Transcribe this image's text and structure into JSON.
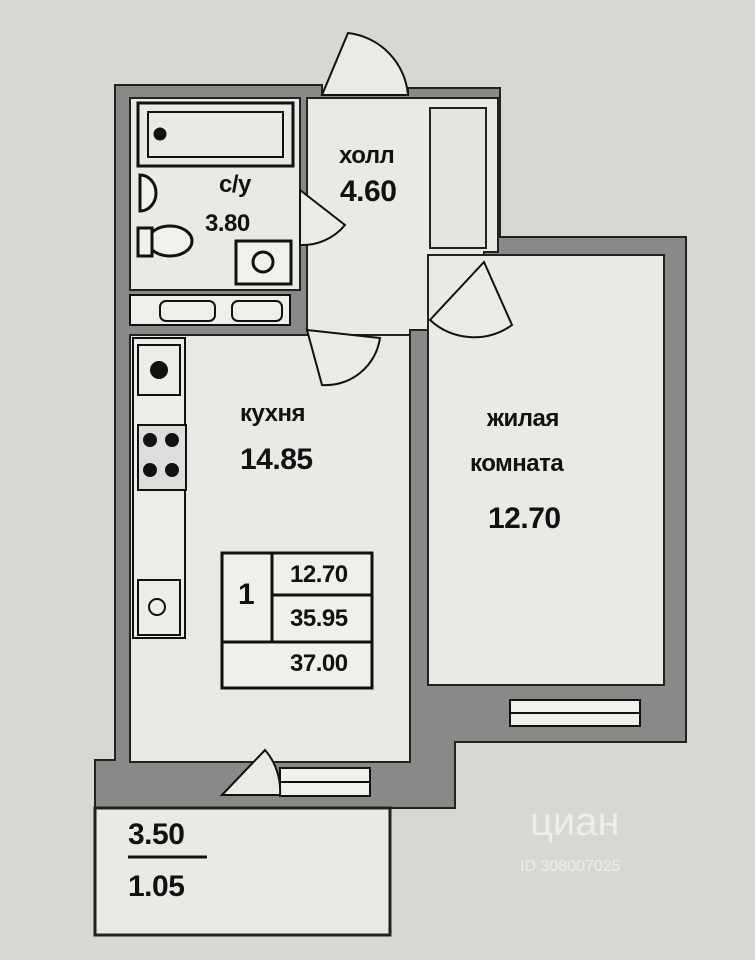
{
  "plan": {
    "rooms": [
      {
        "id": "bathroom",
        "name": "с/у",
        "area": "3.80"
      },
      {
        "id": "hall",
        "name": "холл",
        "area": "4.60"
      },
      {
        "id": "kitchen",
        "name": "кухня",
        "area": "14.85"
      },
      {
        "id": "living",
        "name_line1": "жилая",
        "name_line2": "комната",
        "area": "12.70"
      }
    ],
    "summary": {
      "rooms_count": "1",
      "living_area": "12.70",
      "total_area": "35.95",
      "total_with_balcony": "37.00"
    },
    "balcony": {
      "area": "3.50",
      "reduced_area": "1.05"
    }
  },
  "watermark": {
    "brand": "циан",
    "id_text": "ID 308007025"
  },
  "colors": {
    "background": "#d9d7d4",
    "wall": "#8a8886",
    "room_fill": "#eceae7",
    "line": "#111111"
  }
}
